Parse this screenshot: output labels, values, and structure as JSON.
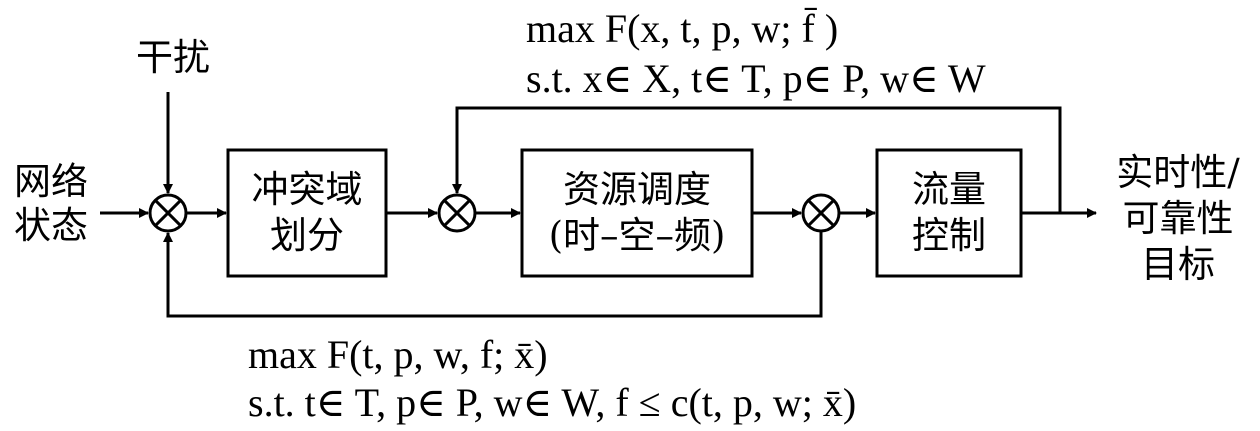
{
  "inputs": {
    "disturbance": "干扰",
    "network_state": [
      "网络",
      "状态"
    ]
  },
  "blocks": {
    "conflict": [
      "冲突域",
      "划分"
    ],
    "scheduling": [
      "资源调度",
      "(时–空–频)"
    ],
    "flow": [
      "流量",
      "控制"
    ]
  },
  "output": [
    "实时性/",
    "可靠性",
    "目标"
  ],
  "top_formula": {
    "line1": "max F(x, t, p, w; f̄ )",
    "line2": "s.t. x∈ X, t∈ T, p∈ P, w∈ W"
  },
  "bottom_formula": {
    "line1": "max F(t, p, w, f; x̄)",
    "line2": "s.t. t∈ T, p∈ P, w∈ W, f ≤ c(t, p, w; x̄)"
  },
  "colors": {
    "stroke": "#000000",
    "background": "#ffffff"
  }
}
